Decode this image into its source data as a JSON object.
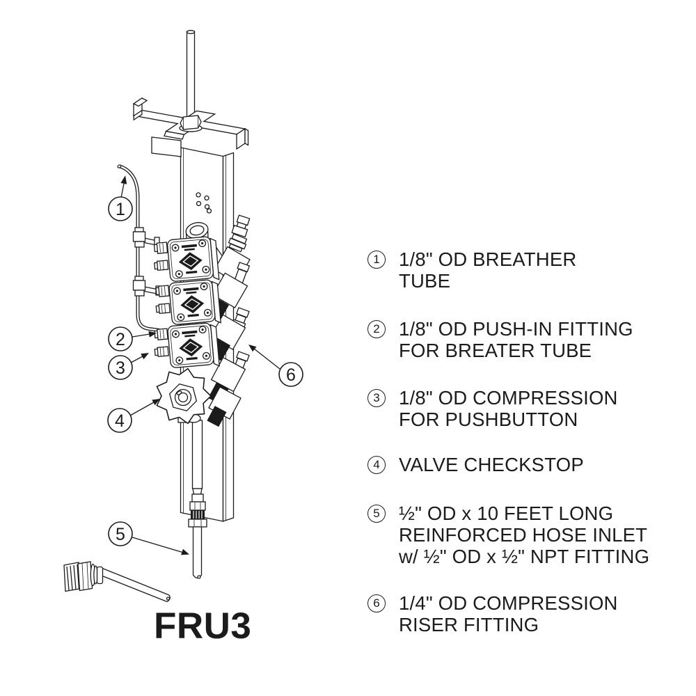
{
  "page": {
    "background": "#ffffff",
    "ink": "#1b1b1b"
  },
  "title": "FRU3",
  "drawing": {
    "callouts": [
      {
        "number": "1"
      },
      {
        "number": "2"
      },
      {
        "number": "3"
      },
      {
        "number": "4"
      },
      {
        "number": "5"
      },
      {
        "number": "6"
      }
    ]
  },
  "legend": {
    "items": [
      {
        "number": "1",
        "lines": [
          "1/8\" OD BREATHER",
          "TUBE"
        ]
      },
      {
        "number": "2",
        "lines": [
          "1/8\" OD PUSH-IN FITTING",
          "FOR BREATER TUBE"
        ]
      },
      {
        "number": "3",
        "lines": [
          "1/8\" OD COMPRESSION",
          "FOR PUSHBUTTON"
        ]
      },
      {
        "number": "4",
        "lines": [
          "VALVE CHECKSTOP"
        ]
      },
      {
        "number": "5",
        "lines": [
          "½\" OD x 10 FEET LONG",
          "REINFORCED HOSE INLET",
          "w/ ½\" OD x ½\" NPT FITTING"
        ]
      },
      {
        "number": "6",
        "lines": [
          "1/4\" OD COMPRESSION",
          "RISER FITTING"
        ]
      }
    ]
  }
}
